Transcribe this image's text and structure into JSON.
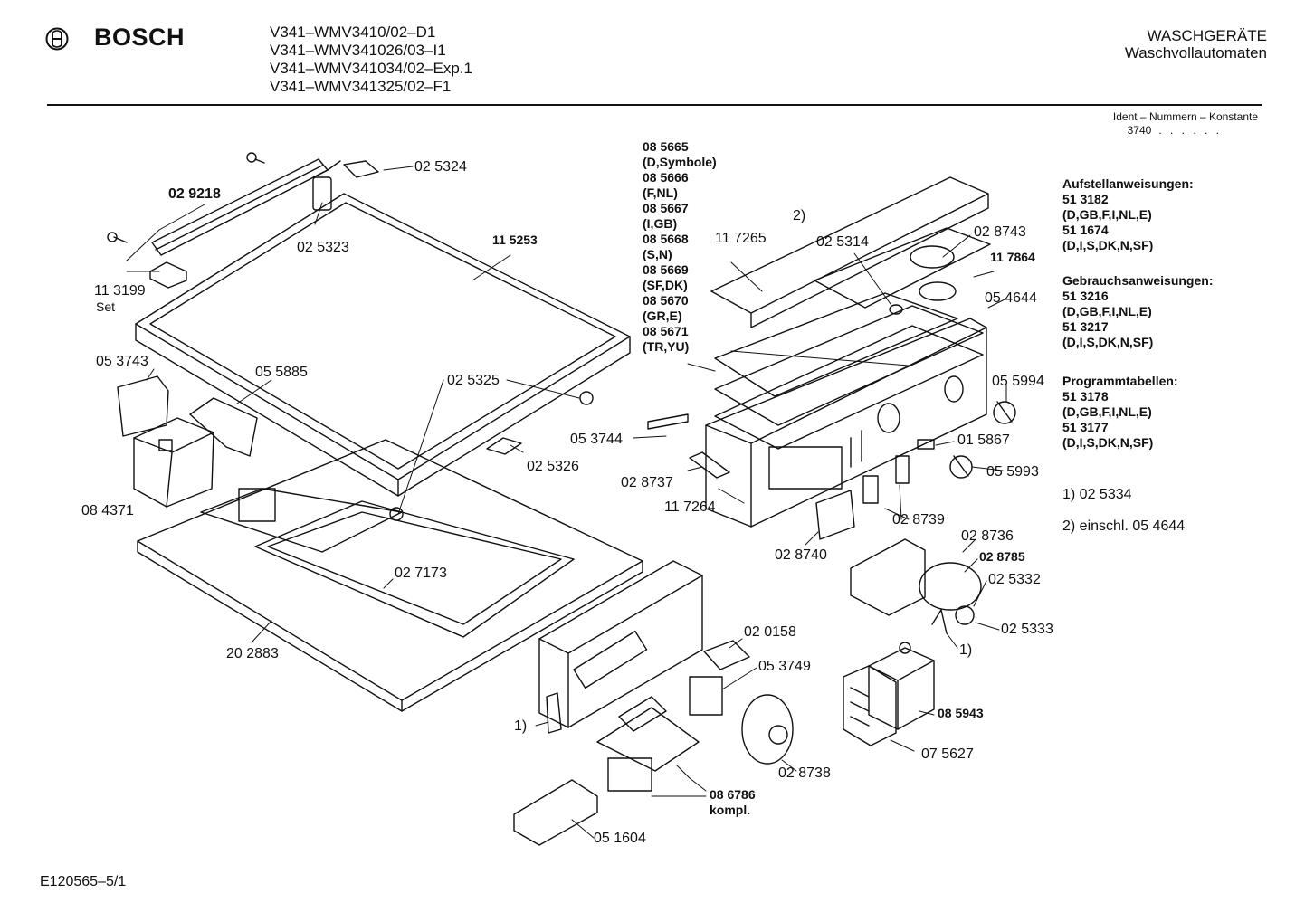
{
  "header": {
    "brand": "BOSCH",
    "models": [
      "V341–WMV3410/02–D1",
      "V341–WMV341026/03–I1",
      "V341–WMV341034/02–Exp.1",
      "V341–WMV341325/02–F1"
    ],
    "category": "WASCHGERÄTE",
    "subcategory": "Waschvollautomaten",
    "ident_label": "Ident – Nummern – Konstante",
    "ident_value": "3740",
    "ident_dots": ". . . . . ."
  },
  "labels": {
    "p029218": "02 9218",
    "p025324": "02 5324",
    "p025323": "02 5323",
    "p113199": "11 3199",
    "set": "Set",
    "p115253": "11 5253",
    "p053743": "05 3743",
    "p055885": "05 5885",
    "p025325": "02 5325",
    "p084371": "08 4371",
    "p025326": "02 5326",
    "p053744": "05 3744",
    "p028737": "02 8737",
    "p117264": "11 7264",
    "p027173": "02 7173",
    "p202883": "20 2883",
    "note2": "2)",
    "p117265": "11 7265",
    "p025314": "02 5314",
    "p028743": "02 8743",
    "p117864": "11 7864",
    "p054644": "05 4644",
    "p055994": "05 5994",
    "p015867": "01 5867",
    "p055993": "05 5993",
    "p028739": "02 8739",
    "p028740": "02 8740",
    "p028736": "02 8736",
    "p028785": "02 8785",
    "p025332": "02 5332",
    "p025333": "02 5333",
    "note1a": "1)",
    "p020158": "02 0158",
    "p053749": "05 3749",
    "note1b": "1)",
    "p028738": "02 8738",
    "p085943": "08 5943",
    "p075627": "07 5627",
    "p086786": "08 6786",
    "kompl": "kompl.",
    "p051604": "05 1604"
  },
  "symbol_list": [
    "08 5665",
    "(D,Symbole)",
    "08 5666",
    "(F,NL)",
    "08 5667",
    "(I,GB)",
    "08 5668",
    "(S,N)",
    "08 5669",
    "(SF,DK)",
    "08 5670",
    "(GR,E)",
    "08 5671",
    "(TR,YU)"
  ],
  "side": {
    "aufstell_title": "Aufstellanweisungen:",
    "aufstell_lines": [
      "51 3182",
      "(D,GB,F,I,NL,E)",
      "51 1674",
      "(D,I,S,DK,N,SF)"
    ],
    "gebrauch_title": "Gebrauchsanweisungen:",
    "gebrauch_lines": [
      "51 3216",
      "(D,GB,F,I,NL,E)",
      "51 3217",
      "(D,I,S,DK,N,SF)"
    ],
    "programm_title": "Programmtabellen:",
    "programm_lines": [
      "51 3178",
      "(D,GB,F,I,NL,E)",
      "51 3177",
      "(D,I,S,DK,N,SF)"
    ],
    "note1": "1)  02 5334",
    "note2": "2)  einschl. 05 4644"
  },
  "footer": {
    "code": "E120565–5/1"
  }
}
